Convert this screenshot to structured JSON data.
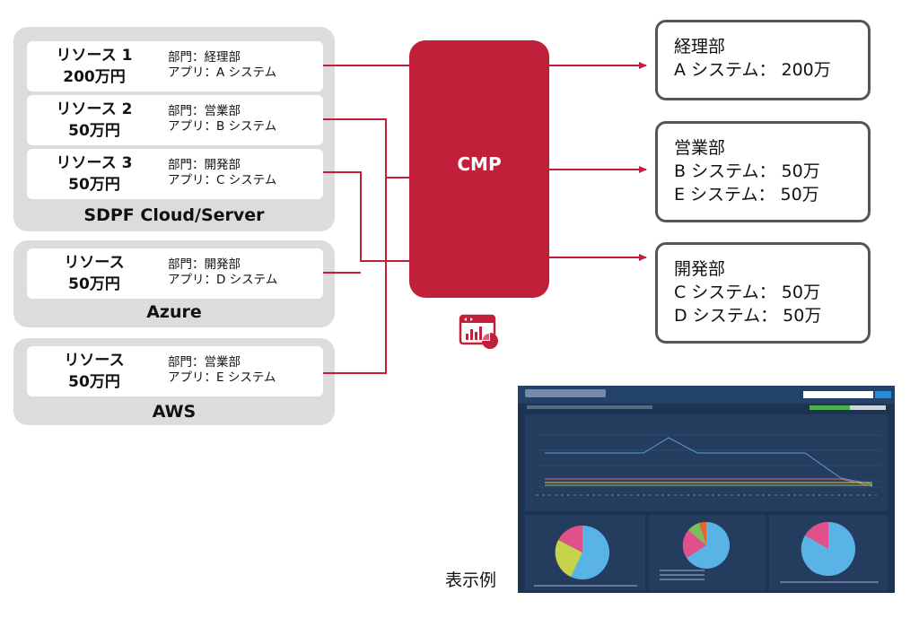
{
  "groups": [
    {
      "title": "SDPF Cloud/Server",
      "resources": [
        {
          "name": "リソース 1",
          "amount": "200万円",
          "dept": "部門：経理部",
          "app": "アプリ：A システム"
        },
        {
          "name": "リソース 2",
          "amount": "50万円",
          "dept": "部門：営業部",
          "app": "アプリ：B システム"
        },
        {
          "name": "リソース 3",
          "amount": "50万円",
          "dept": "部門：開発部",
          "app": "アプリ：C システム"
        }
      ]
    },
    {
      "title": "Azure",
      "resources": [
        {
          "name": "リソース",
          "amount": "50万円",
          "dept": "部門：開発部",
          "app": "アプリ：D システム"
        }
      ]
    },
    {
      "title": "AWS",
      "resources": [
        {
          "name": "リソース",
          "amount": "50万円",
          "dept": "部門：営業部",
          "app": "アプリ：E システム"
        }
      ]
    }
  ],
  "cmp": {
    "label": "CMP",
    "icon": "dashboard-chart-icon"
  },
  "outputs": [
    {
      "lines": [
        "経理部",
        "A システム： 200万"
      ]
    },
    {
      "lines": [
        "営業部",
        "B システム： 50万",
        "E システム： 50万"
      ]
    },
    {
      "lines": [
        "開発部",
        "C システム： 50万",
        "D システム： 50万"
      ]
    }
  ],
  "example_caption": "表示例",
  "colors": {
    "accent": "#c0203a",
    "group_bg": "#dcdcdc",
    "box_border": "#555555"
  }
}
